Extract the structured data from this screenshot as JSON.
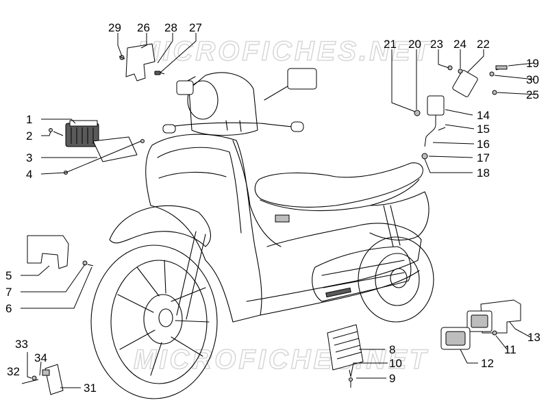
{
  "watermark": "MICROFICHES.NET",
  "callouts": [
    {
      "id": "c29",
      "text": "29"
    },
    {
      "id": "c26",
      "text": "26"
    },
    {
      "id": "c28",
      "text": "28"
    },
    {
      "id": "c27",
      "text": "27"
    },
    {
      "id": "c21",
      "text": "21"
    },
    {
      "id": "c20",
      "text": "20"
    },
    {
      "id": "c23",
      "text": "23"
    },
    {
      "id": "c24",
      "text": "24"
    },
    {
      "id": "c22",
      "text": "22"
    },
    {
      "id": "c19",
      "text": "19"
    },
    {
      "id": "c30",
      "text": "30"
    },
    {
      "id": "c25",
      "text": "25"
    },
    {
      "id": "c14",
      "text": "14"
    },
    {
      "id": "c15",
      "text": "15"
    },
    {
      "id": "c16",
      "text": "16"
    },
    {
      "id": "c17",
      "text": "17"
    },
    {
      "id": "c18",
      "text": "18"
    },
    {
      "id": "c1",
      "text": "1"
    },
    {
      "id": "c2",
      "text": "2"
    },
    {
      "id": "c3",
      "text": "3"
    },
    {
      "id": "c4",
      "text": "4"
    },
    {
      "id": "c5",
      "text": "5"
    },
    {
      "id": "c7",
      "text": "7"
    },
    {
      "id": "c6",
      "text": "6"
    },
    {
      "id": "c8",
      "text": "8"
    },
    {
      "id": "c10",
      "text": "10"
    },
    {
      "id": "c9",
      "text": "9"
    },
    {
      "id": "c11",
      "text": "11"
    },
    {
      "id": "c12",
      "text": "12"
    },
    {
      "id": "c13",
      "text": "13"
    },
    {
      "id": "c33",
      "text": "33"
    },
    {
      "id": "c34",
      "text": "34"
    },
    {
      "id": "c32",
      "text": "32"
    },
    {
      "id": "c31",
      "text": "31"
    }
  ]
}
